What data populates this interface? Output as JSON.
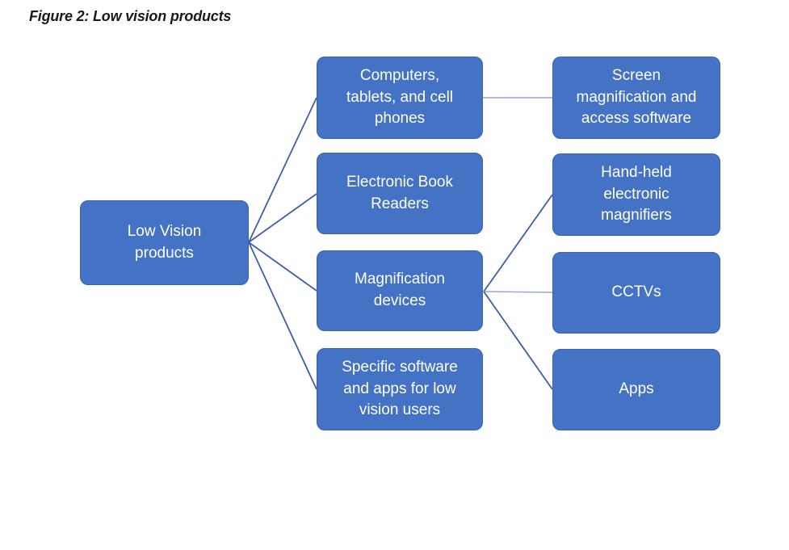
{
  "figure": {
    "title": "Figure 2: Low vision products"
  },
  "colors": {
    "node_fill": "#4472C4",
    "node_border": "#3C63AE",
    "node_text": "#FFFFFF",
    "connector": "#3E5FA6",
    "connector_light": "#91A7D2",
    "title_text": "#1A1A1A",
    "background": "#FFFFFF"
  },
  "diagram": {
    "root": {
      "label": "Low Vision\nproducts"
    },
    "level2": [
      {
        "label": "Computers,\ntablets, and cell\nphones"
      },
      {
        "label": "Electronic Book\nReaders"
      },
      {
        "label": "Magnification\ndevices"
      },
      {
        "label": "Specific software\nand apps for low\nvision users"
      }
    ],
    "level3": [
      {
        "label": "Screen\nmagnification and\naccess software"
      },
      {
        "label": "Hand-held\nelectronic\nmagnifiers"
      },
      {
        "label": "CCTVs"
      },
      {
        "label": "Apps"
      }
    ],
    "edges": [
      {
        "from": "Low Vision products",
        "to": "Computers, tablets, and cell phones"
      },
      {
        "from": "Low Vision products",
        "to": "Electronic Book Readers"
      },
      {
        "from": "Low Vision products",
        "to": "Magnification devices"
      },
      {
        "from": "Low Vision products",
        "to": "Specific software and apps for low vision users"
      },
      {
        "from": "Computers, tablets, and cell phones",
        "to": "Screen magnification and access software"
      },
      {
        "from": "Magnification devices",
        "to": "Hand-held electronic magnifiers"
      },
      {
        "from": "Magnification devices",
        "to": "CCTVs"
      },
      {
        "from": "Magnification devices",
        "to": "Apps"
      }
    ]
  }
}
